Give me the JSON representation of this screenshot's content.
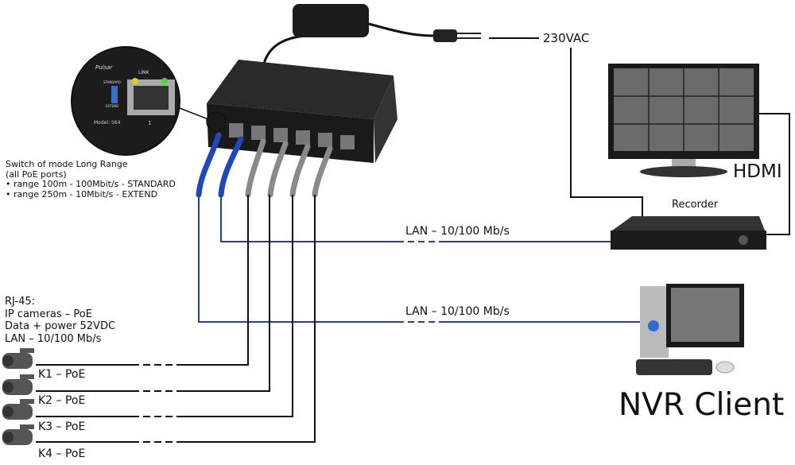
{
  "labels": {
    "power": "230VAC",
    "hdmi": "HDMI",
    "recorder": "Recorder",
    "lan_recorder": "LAN – 10/100 Mb/s",
    "lan_client": "LAN – 10/100 Mb/s",
    "nvr_client": "NVR Client"
  },
  "mode_note": {
    "title": "Switch of mode Long Range",
    "subtitle": "(all PoE ports)",
    "bullets": [
      "• range 100m - 100Mbit/s - STANDARD",
      "• range 250m - 10Mbit/s - EXTEND"
    ]
  },
  "inset": {
    "brand": "Pulsar",
    "link": "LINK",
    "standard": "STANDARD",
    "extend": "EXTEND",
    "model": "Model: S64",
    "port": "1"
  },
  "rj45_note": [
    "RJ-45:",
    "IP cameras – PoE",
    "Data + power 52VDC",
    "LAN – 10/100 Mb/s"
  ],
  "cameras": [
    "K1 – PoE",
    "K2 – PoE",
    "K3 – PoE",
    "K4 – PoE"
  ],
  "colors": {
    "blue_line": "#2b3f8f",
    "blue_cable": "#1f49b8",
    "gray_cable": "#8a8a8a"
  }
}
